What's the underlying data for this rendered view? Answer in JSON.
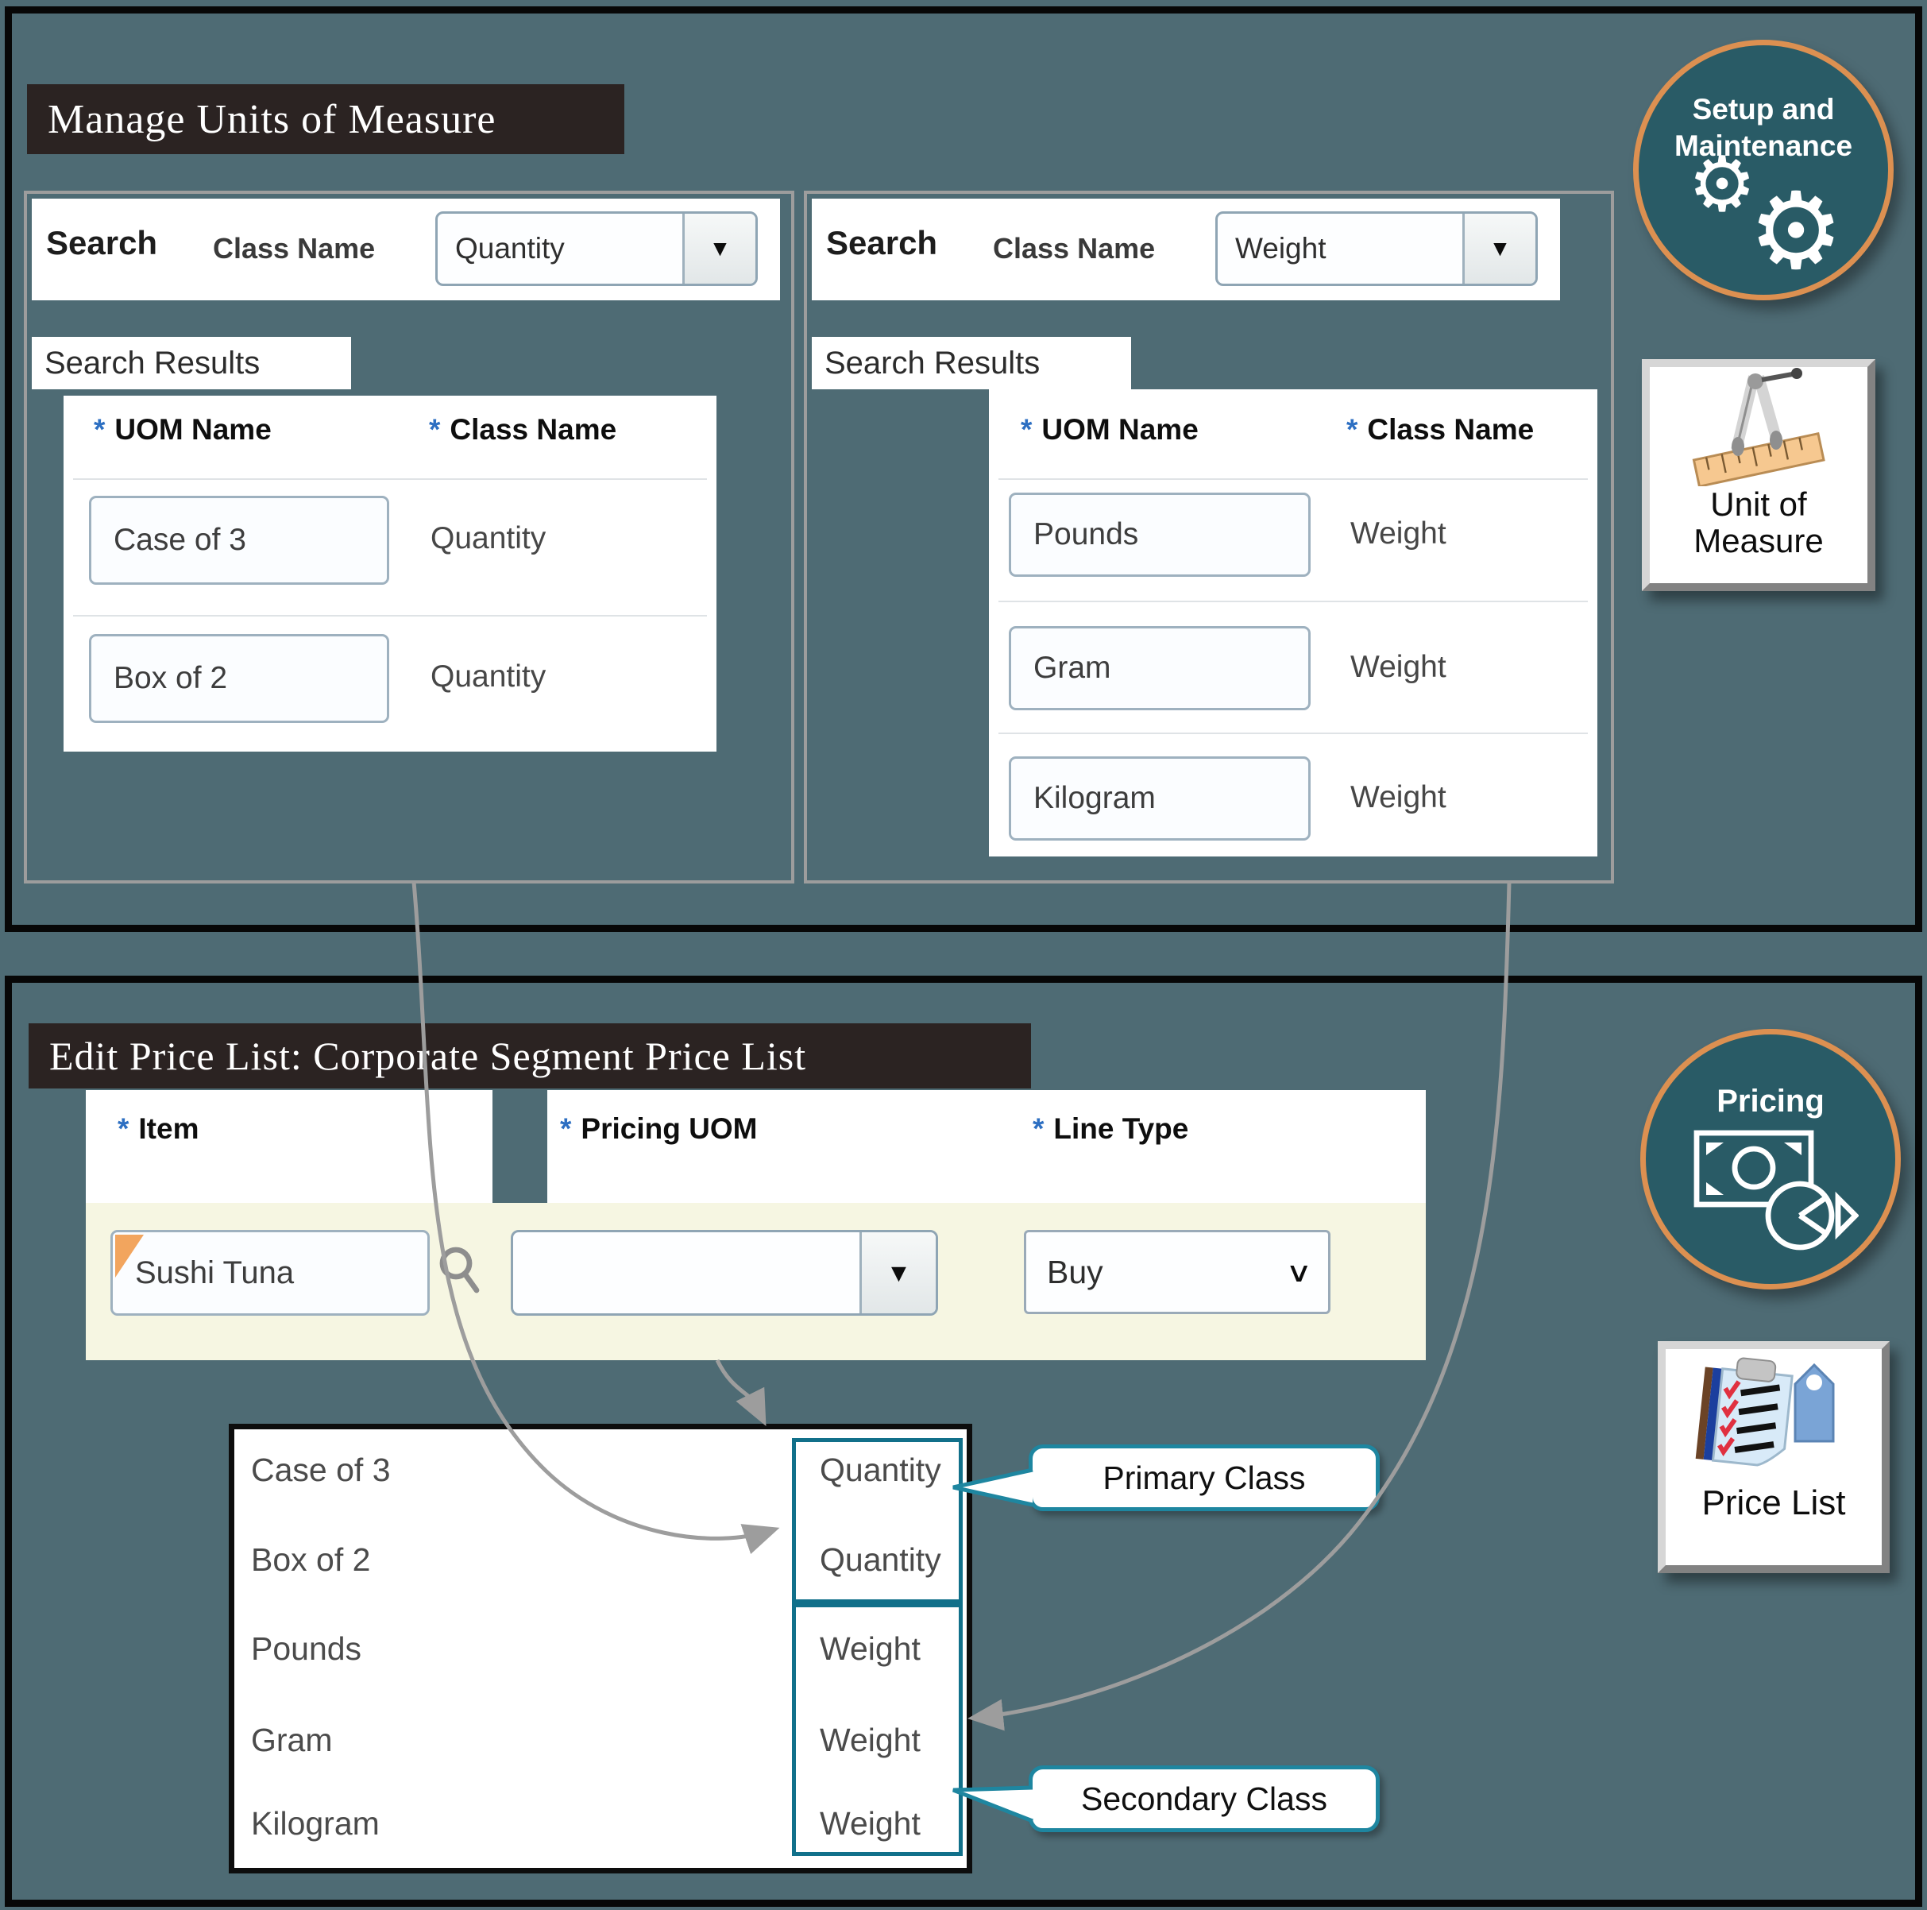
{
  "colors": {
    "background": "#4e6b74",
    "panel_border": "#070707",
    "title_bg": "#2b2322",
    "title_text": "#ffffff",
    "group_border": "#9d9d9d",
    "accent_teal": "#11708a",
    "callout_border": "#1e86a0",
    "arrow_gray": "#9d9d9d",
    "required_blue": "#2d6fc2",
    "badge_fill": "#295b66",
    "badge_border": "#dc9051",
    "form_row_cream": "#f6f6e2"
  },
  "required_marker": "*",
  "icons": {
    "dropdown_arrow": "▼",
    "select_chevron": "∨",
    "gear": "⚙"
  },
  "top_panel": {
    "title": "Manage Units of Measure",
    "panels": [
      {
        "search_label": "Search",
        "class_name_label": "Class Name",
        "class_value": "Quantity",
        "results_label": "Search Results",
        "headers": {
          "uom": "UOM Name",
          "class": "Class Name"
        },
        "rows": [
          {
            "uom": "Case of 3",
            "class": "Quantity"
          },
          {
            "uom": "Box of 2",
            "class": "Quantity"
          }
        ]
      },
      {
        "search_label": "Search",
        "class_name_label": "Class Name",
        "class_value": "Weight",
        "results_label": "Search Results",
        "headers": {
          "uom": "UOM Name",
          "class": "Class Name"
        },
        "rows": [
          {
            "uom": "Pounds",
            "class": "Weight"
          },
          {
            "uom": "Gram",
            "class": "Weight"
          },
          {
            "uom": "Kilogram",
            "class": "Weight"
          }
        ]
      }
    ],
    "setup_badge": {
      "line1": "Setup and",
      "line2": "Maintenance"
    },
    "uom_tile": {
      "line1": "Unit of",
      "line2": "Measure"
    }
  },
  "bottom_panel": {
    "title": "Edit Price List: Corporate Segment Price List",
    "form": {
      "item_label": "Item",
      "pricing_uom_label": "Pricing UOM",
      "line_type_label": "Line Type",
      "item_value": "Sushi Tuna",
      "pricing_uom_value": "",
      "line_type_value": "Buy"
    },
    "uom_list": [
      {
        "name": "Case of 3",
        "class": "Quantity"
      },
      {
        "name": "Box of 2",
        "class": "Quantity"
      },
      {
        "name": "Pounds",
        "class": "Weight"
      },
      {
        "name": "Gram",
        "class": "Weight"
      },
      {
        "name": "Kilogram",
        "class": "Weight"
      }
    ],
    "primary_callout": "Primary Class",
    "secondary_callout": "Secondary Class",
    "pricing_badge": "Pricing",
    "price_list_tile": "Price List"
  }
}
